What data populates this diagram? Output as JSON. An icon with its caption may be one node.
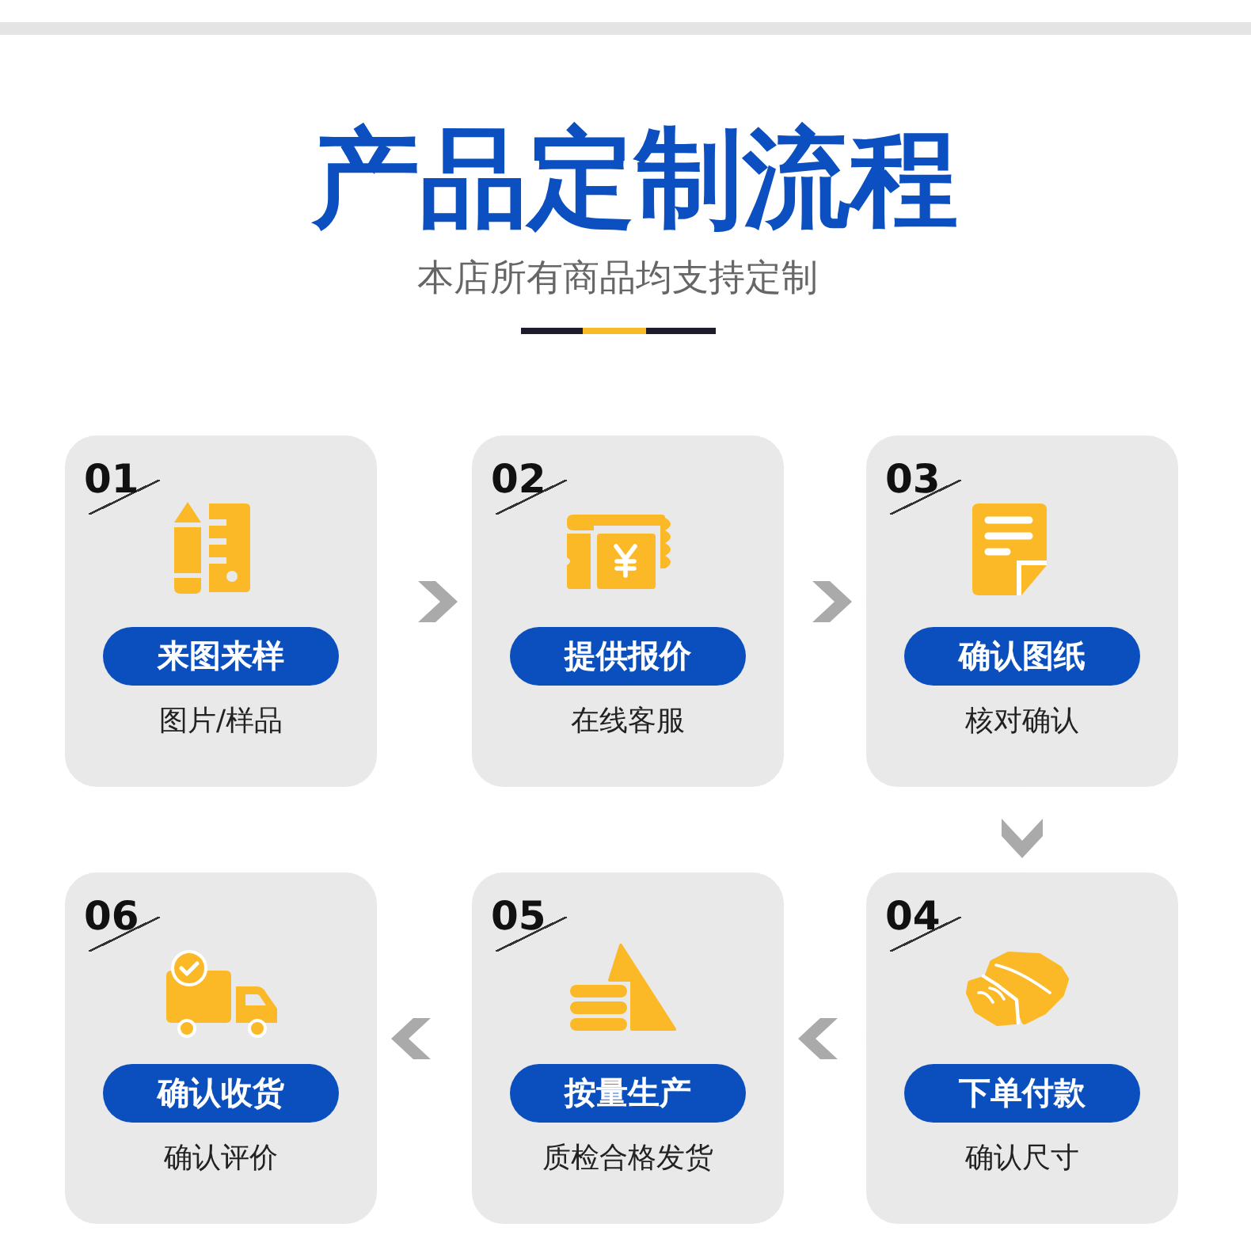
{
  "diagram": {
    "title": "产品定制流程",
    "nodes": [
      {
        "text": [
          "01",
          "图片/样品"
        ]
      },
      {
        "text": [
          "来图来样"
        ],
        "in": 0
      },
      {
        "text": [
          "02",
          "在线客服"
        ]
      },
      {
        "text": [
          "提供报价"
        ],
        "in": 2
      },
      {
        "text": [
          "03",
          "核对确认"
        ]
      },
      {
        "text": [
          "确认图纸"
        ],
        "in": 4
      },
      {
        "text": [
          "04",
          "确认尺寸"
        ]
      },
      {
        "text": [
          "下单付款"
        ],
        "in": 6
      },
      {
        "text": [
          "05",
          "质检合格发货"
        ]
      },
      {
        "text": [
          "按量生产"
        ],
        "in": 8
      },
      {
        "text": [
          "06",
          "确认评价"
        ]
      },
      {
        "text": [
          "确认收货"
        ],
        "in": 10
      }
    ],
    "edges": [
      {
        "from": 0,
        "to": 2,
        "arrow": "to"
      },
      {
        "from": 2,
        "to": 4,
        "arrow": "to"
      },
      {
        "from": 4,
        "to": 6,
        "arrow": "to"
      },
      {
        "from": 6,
        "to": 8,
        "arrow": "to"
      },
      {
        "from": 8,
        "to": 10,
        "arrow": "to"
      }
    ],
    "labels": [
      "本店所有商品均支持定制"
    ]
  }
}
